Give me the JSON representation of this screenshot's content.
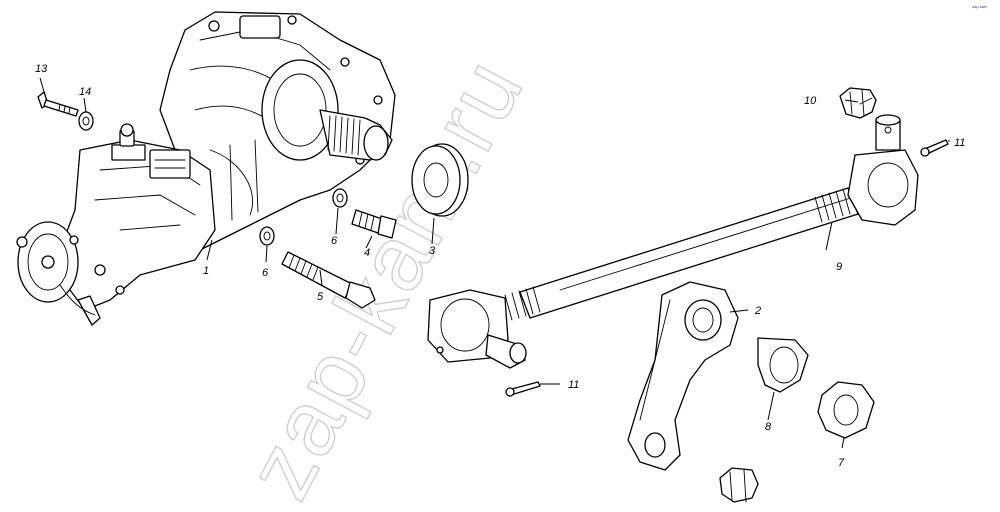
{
  "watermark": "zap-kam.ru",
  "corner_mark": "zap-kam",
  "callouts": {
    "p1": "1",
    "p2": "2",
    "p3": "3",
    "p4": "4",
    "p5": "5",
    "p6a": "6",
    "p6b": "6",
    "p7": "7",
    "p8": "8",
    "p9": "9",
    "p10": "10",
    "p11a": "11",
    "p11b": "11",
    "p13": "13",
    "p14": "14"
  },
  "colors": {
    "line": "#000000",
    "watermark": "#cfcfcf",
    "background": "#ffffff"
  }
}
